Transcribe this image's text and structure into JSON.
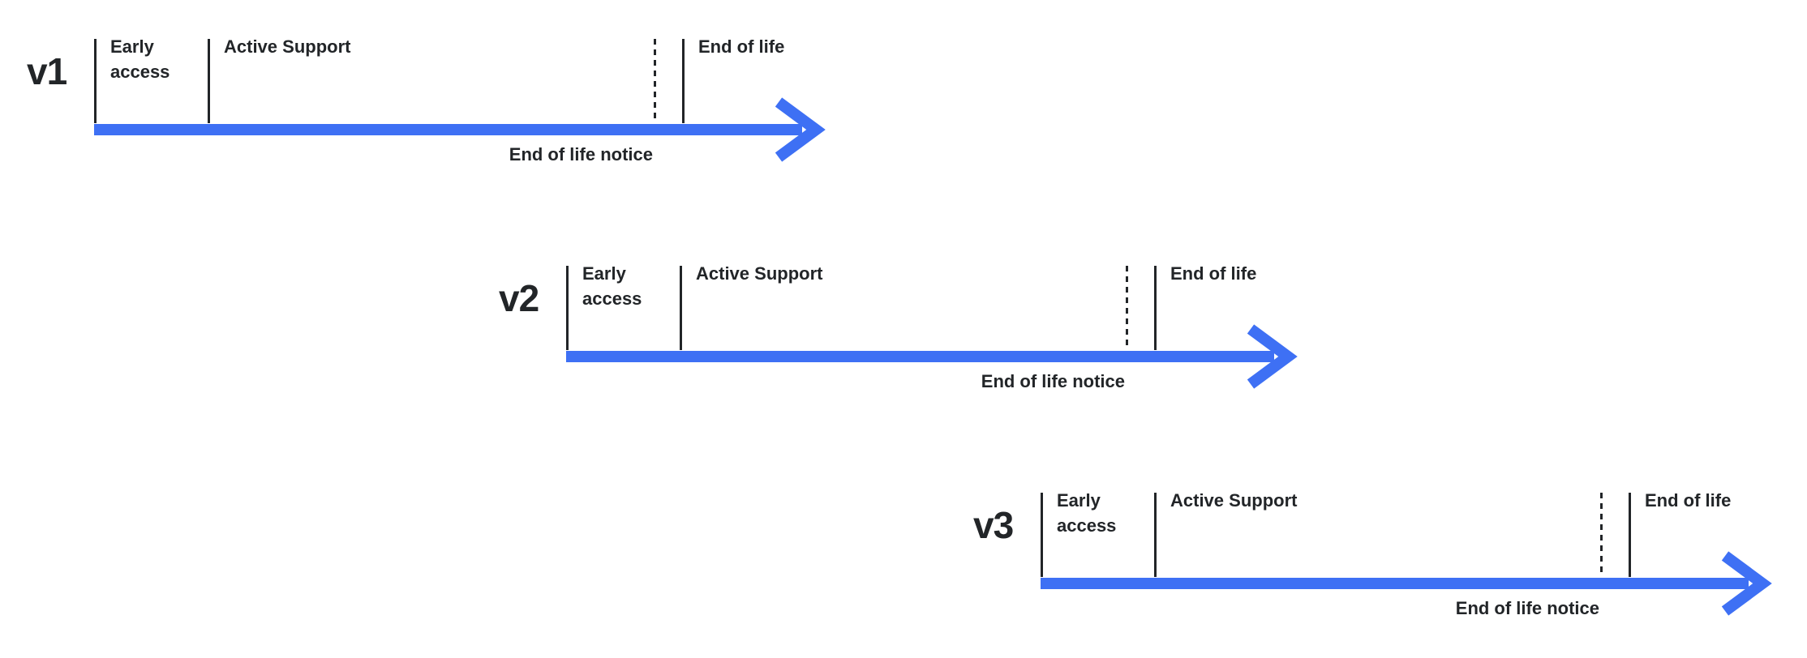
{
  "colors": {
    "accent_blue": "#3E70F4",
    "ink": "#222528",
    "background": "#FFFFFF"
  },
  "timelines": [
    {
      "version": "v1",
      "early_access": "Early access",
      "active_support": "Active Support",
      "end_of_life": "End of life",
      "eol_notice": "End of life notice"
    },
    {
      "version": "v2",
      "early_access": "Early access",
      "active_support": "Active Support",
      "end_of_life": "End of life",
      "eol_notice": "End of life notice"
    },
    {
      "version": "v3",
      "early_access": "Early access",
      "active_support": "Active Support",
      "end_of_life": "End of life",
      "eol_notice": "End of life notice"
    }
  ]
}
